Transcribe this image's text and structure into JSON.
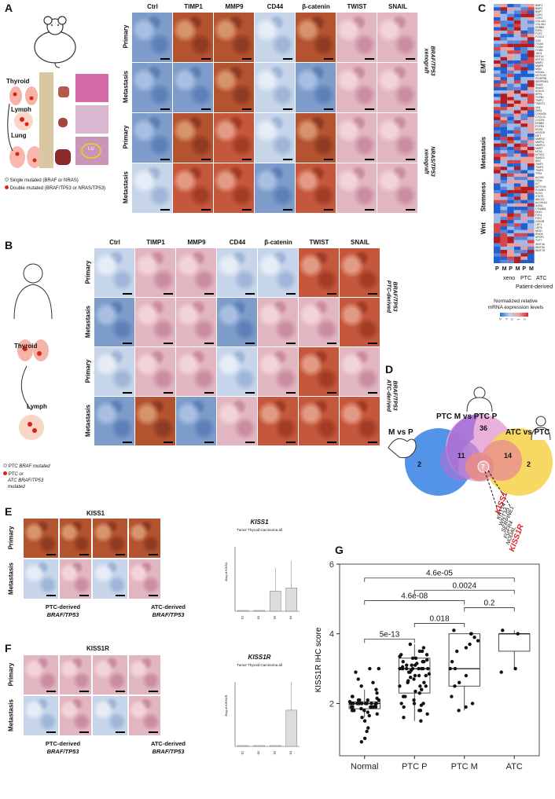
{
  "panels": {
    "A": "A",
    "B": "B",
    "C": "C",
    "D": "D",
    "E": "E",
    "F": "F",
    "G": "G"
  },
  "colors": {
    "blue": "#4a7fc0",
    "brown": "#a0502e",
    "pink": "#e6bfd0",
    "purple": "#9b5fc0",
    "yellow": "#f2d24b",
    "red": "#e0202a"
  },
  "panel_a": {
    "columns": [
      "Ctrl",
      "TIMP1",
      "MMP9",
      "CD44",
      "β-catenin",
      "TWIST",
      "SNAIL"
    ],
    "rows": [
      "Primary",
      "Metastasis",
      "Primary",
      "Metastasis"
    ],
    "groups": [
      {
        "line1": "xenograft",
        "line2": "BRAF/TP53"
      },
      {
        "line1": "xenograft",
        "line2": "NRAS/TP53"
      }
    ],
    "organs": [
      "Thyroid",
      "Lymph",
      "Lung"
    ],
    "legend_single": "Single mutated (BRAF or NRAS)",
    "legend_double": "Double mutated (BRAF/TP53 or NRAS/TP53)",
    "lu_label": "LU"
  },
  "panel_b": {
    "columns": [
      "Ctrl",
      "TIMP1",
      "MMP9",
      "CD44",
      "β-catenin",
      "TWIST",
      "SNAIL"
    ],
    "rows": [
      "Primary",
      "Metastasis",
      "Primary",
      "Metastasis"
    ],
    "groups": [
      {
        "line1": "PTC-derived",
        "line2": "BRAF/TP53"
      },
      {
        "line1": "ATC-derived",
        "line2": "BRAF/TP53"
      }
    ],
    "organs": [
      "Thyroid",
      "Lymph"
    ],
    "legend_ptc": "PTC BRAF  mutated",
    "legend_atc_1": "PTC or",
    "legend_atc_2": "ATC BRAF/TP53",
    "legend_atc_3": "mutated"
  },
  "panel_c": {
    "categories": [
      "EMT",
      "Metastasis",
      "Stemness",
      "Wnt"
    ],
    "genes": [
      "BMP1",
      "BMP2",
      "BMP7",
      "CDH1",
      "CDH2",
      "COL1A1",
      "COL3A1",
      "ERBB3",
      "ESR1",
      "FGF2",
      "FOXC2",
      "GSC",
      "ITGA5",
      "ITGAV",
      "ITGB1",
      "JAG1",
      "KRT14",
      "KRT19",
      "MMP2",
      "MMP9",
      "MSN",
      "NODAL",
      "NOTCH1",
      "PDGFRB",
      "SERPINE1",
      "SNAI2",
      "SNAI3",
      "SOX10",
      "SPP1",
      "TGFB1",
      "TIMP1",
      "TWIST1",
      "VIM",
      "ZEB1",
      "CDKN2A",
      "CXCL12",
      "CXCR4",
      "ERBB2",
      "FGFR4",
      "KISS1",
      "KISS1R",
      "MET",
      "MMP10",
      "MMP11",
      "MMP13",
      "MMP7",
      "MTA1",
      "MTSS1",
      "SMAD2",
      "SRC",
      "TIMP2",
      "TIMP3",
      "TIMP4",
      "TP53",
      "ALDH1",
      "CD44",
      "KIT",
      "NOTCH1",
      "POU5F1",
      "SOX2",
      "STAT3",
      "ABCG2",
      "ALDH1A1",
      "AXIN1",
      "CTNNB1",
      "DKK1",
      "FZD1",
      "FZD7",
      "GSK3B",
      "LEF1",
      "LRP6",
      "NKD1",
      "RHOA",
      "SFRP1",
      "TCF7",
      "WNT3A",
      "WNT5A",
      "WNT7B"
    ],
    "col_p": [
      "P",
      "M",
      "P",
      "M",
      "P",
      "M"
    ],
    "col_groups": [
      "xeno",
      "PTC",
      "ATC"
    ],
    "group_label": "Patient-derived",
    "legend_title_1": "Normalized relative",
    "legend_title_2": "mRNA expression levels",
    "scale_ticks": [
      "-2",
      "-1",
      "0",
      "1",
      "2"
    ]
  },
  "panel_d": {
    "set_m_vs_p": "M vs P",
    "set_ptc": "PTC M vs PTC P",
    "set_atc": "ATC vs PTC",
    "counts": {
      "only_mp": "2",
      "mp_ptc": "11",
      "ptc_only": "36",
      "center": "7",
      "ptc_atc": "14",
      "atc_only": "2"
    },
    "gene_list": [
      "KISS1",
      "KRT14",
      "WNT3A",
      "SERPINE1",
      "FGFR4",
      "NODAL",
      "KISS1R"
    ]
  },
  "panel_e": {
    "title": "KISS1",
    "rows": [
      "Primary",
      "Metastasis"
    ],
    "groups": [
      {
        "line1": "PTC-derived",
        "line2": "BRAF/TP53"
      },
      {
        "line1": "ATC-derived",
        "line2": "BRAF/TP53"
      }
    ],
    "chart_title": "KISS1",
    "chart_caption": "Tumor Thyroid Carcinoma all"
  },
  "panel_f": {
    "title": "KISS1R",
    "rows": [
      "Primary",
      "Metastasis"
    ],
    "groups": [
      {
        "line1": "PTC-derived",
        "line2": "BRAF/TP53"
      },
      {
        "line1": "ATC-derived",
        "line2": "BRAF/TP53"
      }
    ],
    "chart_title": "KISS1R",
    "chart_caption": "Tumor Thyroid Carcinoma all"
  },
  "chart_data": [
    {
      "type": "scatter",
      "panel": "G",
      "ylabel": "KISS1R IHC score",
      "categories": [
        "Normal",
        "PTC P",
        "PTC M",
        "ATC"
      ],
      "ylim": [
        0.5,
        6
      ],
      "yticks": [
        2,
        4,
        6
      ],
      "boxes": [
        {
          "cat": "Normal",
          "q1": 1.85,
          "median": 2.0,
          "q3": 2.05,
          "lo": 1.6,
          "hi": 2.4
        },
        {
          "cat": "PTC P",
          "q1": 2.3,
          "median": 3.0,
          "q3": 3.3,
          "lo": 1.5,
          "hi": 3.7
        },
        {
          "cat": "PTC M",
          "q1": 2.5,
          "median": 3.0,
          "q3": 4.0,
          "lo": 1.8,
          "hi": 4.0
        },
        {
          "cat": "ATC",
          "q1": 3.5,
          "median": 4.0,
          "q3": 4.0,
          "lo": 3.0,
          "hi": 4.1
        }
      ],
      "pvalues": [
        {
          "from": "Normal",
          "to": "PTC P",
          "label": "5e-13"
        },
        {
          "from": "PTC P",
          "to": "PTC M",
          "label": "0.018"
        },
        {
          "from": "PTC M",
          "to": "ATC",
          "label": "0.2"
        },
        {
          "from": "PTC P",
          "to": "ATC",
          "label": "0.0024"
        },
        {
          "from": "Normal",
          "to": "PTC M",
          "label": "4.6e-08"
        },
        {
          "from": "Normal",
          "to": "ATC",
          "label": "4.6e-05"
        }
      ],
      "points": {
        "Normal": [
          2.0,
          2.0,
          2.0,
          2.0,
          2.0,
          2.0,
          2.0,
          2.0,
          2.0,
          2.0,
          1.9,
          1.9,
          1.9,
          1.9,
          1.9,
          1.9,
          2.1,
          2.1,
          2.1,
          2.1,
          1.8,
          1.8,
          1.8,
          1.8,
          2.2,
          2.2,
          2.3,
          2.4,
          2.5,
          2.6,
          1.7,
          1.6,
          1.5,
          1.3,
          1.2,
          1.0,
          0.9,
          2.7,
          2.9,
          3.0,
          3.0,
          2.05,
          1.95,
          2.0,
          2.0,
          1.85,
          2.15,
          1.75,
          1.65
        ],
        "PTC P": [
          3.0,
          3.0,
          3.0,
          3.0,
          3.0,
          3.0,
          3.1,
          3.1,
          3.2,
          3.2,
          3.3,
          3.3,
          3.4,
          3.5,
          3.6,
          3.7,
          2.9,
          2.9,
          2.8,
          2.8,
          2.7,
          2.6,
          2.5,
          2.4,
          2.3,
          2.2,
          2.1,
          2.0,
          2.0,
          1.9,
          1.8,
          1.7,
          1.6,
          1.5,
          2.5,
          2.5,
          3.0,
          3.0,
          3.0,
          3.2,
          2.8,
          2.6,
          2.4,
          3.4,
          3.5,
          2.2,
          2.0,
          1.8,
          3.1,
          3.05,
          2.95,
          2.85,
          3.15,
          2.75,
          2.65,
          3.25,
          3.35,
          1.95,
          2.35
        ],
        "PTC M": [
          4.0,
          4.0,
          3.9,
          3.8,
          3.7,
          3.5,
          3.2,
          3.0,
          3.0,
          2.8,
          2.5,
          2.2,
          2.0,
          1.9,
          1.8,
          4.1,
          3.6,
          2.6
        ],
        "ATC": [
          4.1,
          4.0,
          3.0,
          2.9
        ]
      }
    },
    {
      "type": "bar",
      "panel": "E",
      "title": "KISS1",
      "ylabel": "2log of KISS1",
      "categories": [
        "G1",
        "G2",
        "G3",
        "G4"
      ],
      "values": [
        0.0,
        0.0,
        0.3,
        0.35
      ]
    },
    {
      "type": "bar",
      "panel": "F",
      "title": "KISS1R",
      "ylabel": "2log of KISS1R",
      "categories": [
        "G1",
        "G2",
        "G3",
        "G4"
      ],
      "values": [
        0.0,
        0.0,
        0.0,
        0.55
      ]
    }
  ]
}
